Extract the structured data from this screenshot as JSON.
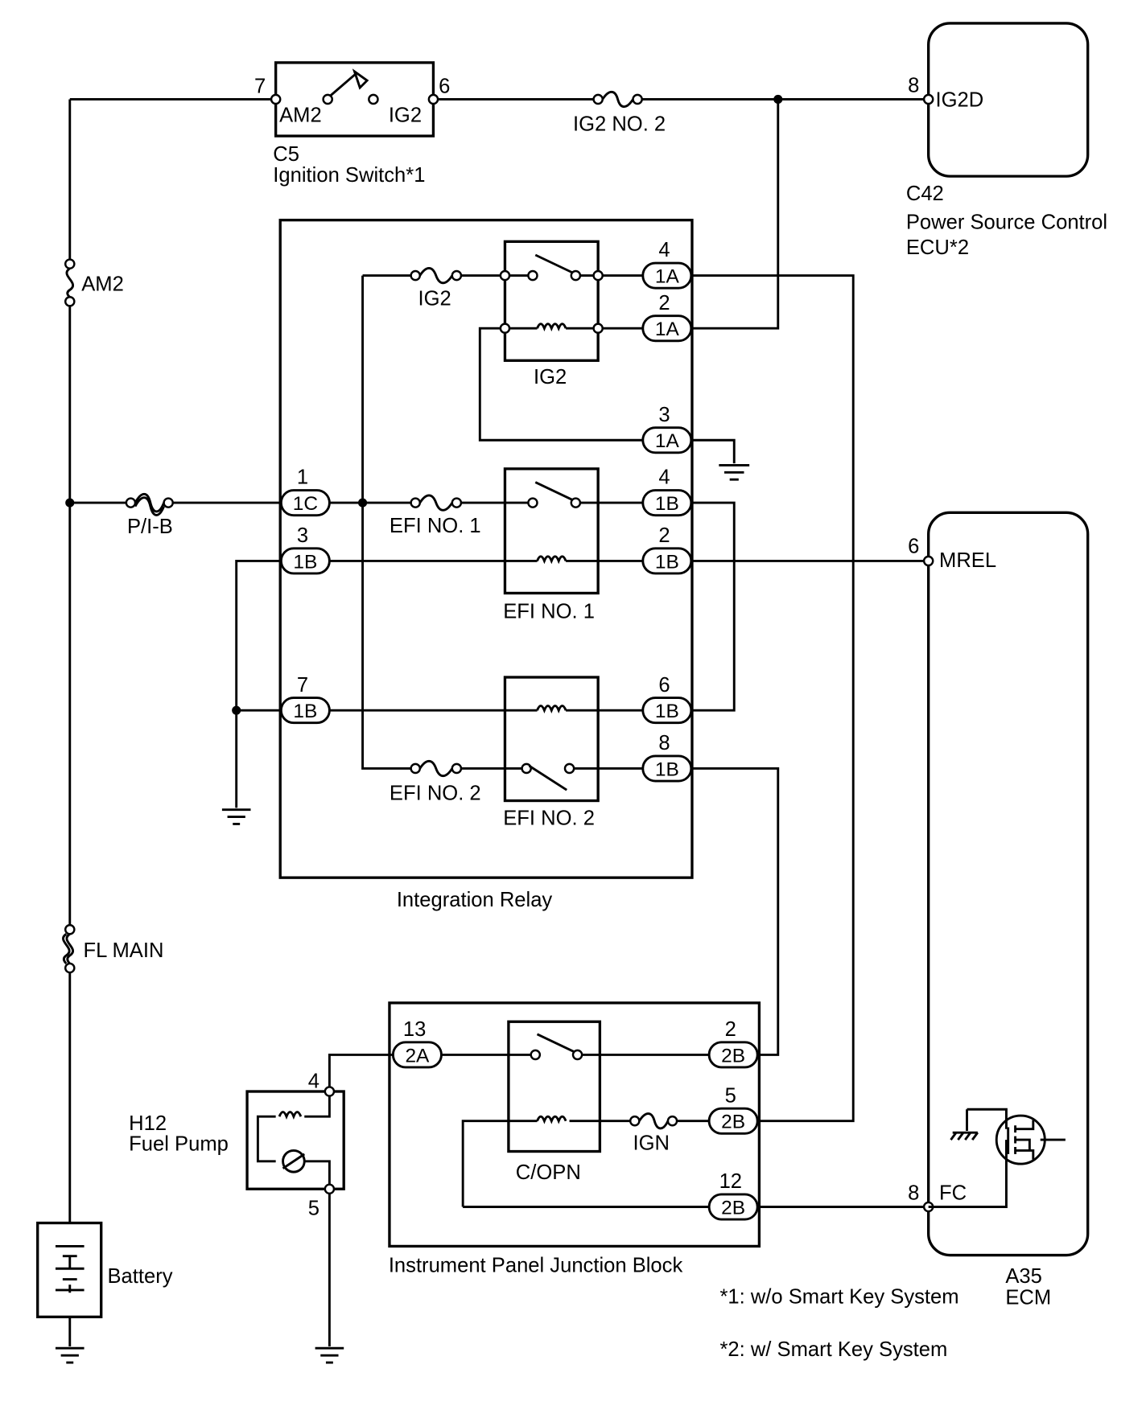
{
  "colors": {
    "line": "#000000",
    "background": "#ffffff"
  },
  "components": {
    "ignition_switch": {
      "id": "C5",
      "name": "Ignition Switch*1",
      "terminal_am2": "AM2",
      "terminal_ig2": "IG2",
      "pin_left": "7",
      "pin_right": "6"
    },
    "power_source_ecu": {
      "id": "C42",
      "name_line1": "Power Source Control",
      "name_line2": "ECU*2",
      "pin": "8",
      "terminal": "IG2D"
    },
    "integration_relay": {
      "name": "Integration Relay",
      "ig2_fuse": "IG2",
      "ig2_relay": "IG2",
      "efi1_fuse": "EFI NO. 1",
      "efi1_relay": "EFI NO. 1",
      "efi2_fuse": "EFI NO. 2",
      "efi2_relay": "EFI NO. 2"
    },
    "ecm": {
      "id": "A35",
      "name": "ECM",
      "mrel_pin": "6",
      "mrel": "MREL",
      "fc_pin": "8",
      "fc": "FC"
    },
    "fuel_pump": {
      "id": "H12",
      "name": "Fuel Pump",
      "pin_top": "4",
      "pin_bottom": "5"
    },
    "ipjb": {
      "name": "Instrument Panel Junction Block",
      "relay": "C/OPN",
      "fuse": "IGN"
    },
    "battery": {
      "name": "Battery"
    }
  },
  "fuses": {
    "am2": "AM2",
    "ig2_no2": "IG2 NO. 2",
    "pib": "P/I-B",
    "fl_main": "FL MAIN"
  },
  "connectors": {
    "r1a_4": {
      "code": "1A",
      "pin": "4"
    },
    "r1a_2": {
      "code": "1A",
      "pin": "2"
    },
    "r1a_3": {
      "code": "1A",
      "pin": "3"
    },
    "l1c_1": {
      "code": "1C",
      "pin": "1"
    },
    "l1b_3": {
      "code": "1B",
      "pin": "3"
    },
    "l1b_7": {
      "code": "1B",
      "pin": "7"
    },
    "r1b_4": {
      "code": "1B",
      "pin": "4"
    },
    "r1b_2": {
      "code": "1B",
      "pin": "2"
    },
    "r1b_6": {
      "code": "1B",
      "pin": "6"
    },
    "r1b_8": {
      "code": "1B",
      "pin": "8"
    },
    "l2a_13": {
      "code": "2A",
      "pin": "13"
    },
    "r2b_2": {
      "code": "2B",
      "pin": "2"
    },
    "r2b_5": {
      "code": "2B",
      "pin": "5"
    },
    "r2b_12": {
      "code": "2B",
      "pin": "12"
    }
  },
  "notes": {
    "note1": "*1: w/o Smart Key System",
    "note2": "*2: w/ Smart Key System"
  }
}
